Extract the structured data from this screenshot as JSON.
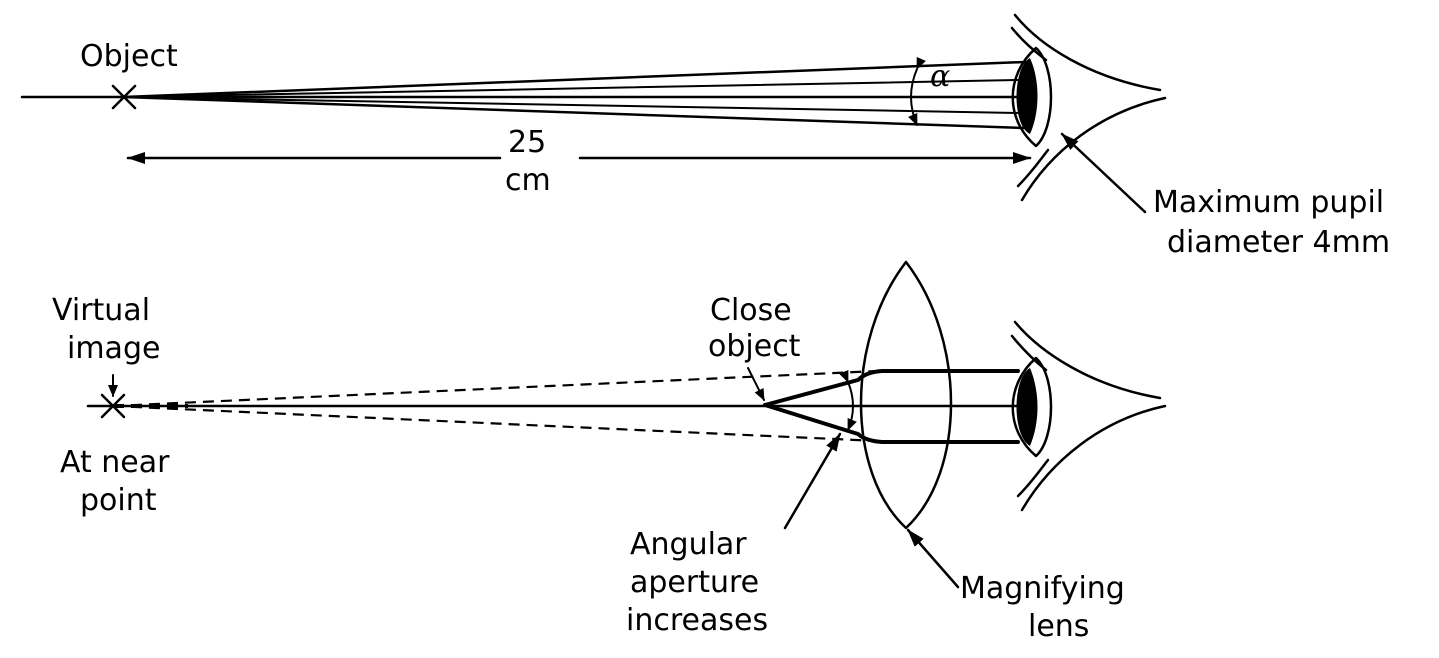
{
  "top_diagram": {
    "object_label": "Object",
    "angle_symbol": "α",
    "distance_value": "25",
    "distance_unit": "cm",
    "pupil_label_line1": "Maximum pupil",
    "pupil_label_line2": "diameter 4mm"
  },
  "bottom_diagram": {
    "virtual_image_line1": "Virtual",
    "virtual_image_line2": "image",
    "near_point_line1": "At near",
    "near_point_line2": "point",
    "close_object_line1": "Close",
    "close_object_line2": "object",
    "aperture_line1": "Angular",
    "aperture_line2": "aperture",
    "aperture_line3": "increases",
    "lens_line1": "Magnifying",
    "lens_line2": "lens"
  }
}
